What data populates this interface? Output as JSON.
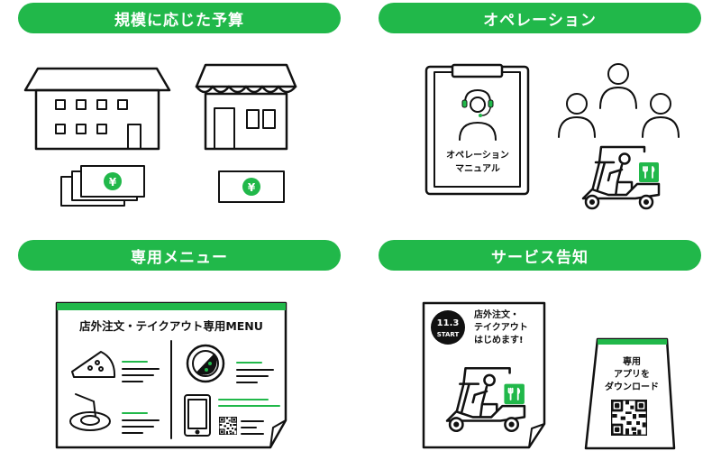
{
  "colors": {
    "accent": "#21b84a",
    "ink": "#111111"
  },
  "sections": {
    "budget": {
      "title": "規模に応じた予算",
      "currency_symbol": "¥"
    },
    "operation": {
      "title": "オペレーション",
      "manual_line1": "オペレーション",
      "manual_line2": "マニュアル"
    },
    "menu": {
      "title": "専用メニュー",
      "menu_title": "店外注文・テイクアウト専用MENU"
    },
    "notice": {
      "title": "サービス告知",
      "badge_date": "11.3",
      "badge_start": "START",
      "flyer_line1": "店外注文・",
      "flyer_line2": "テイクアウト",
      "flyer_line3": "はじめます!",
      "stand_line1": "専用",
      "stand_line2": "アプリを",
      "stand_line3": "ダウンロード"
    }
  }
}
